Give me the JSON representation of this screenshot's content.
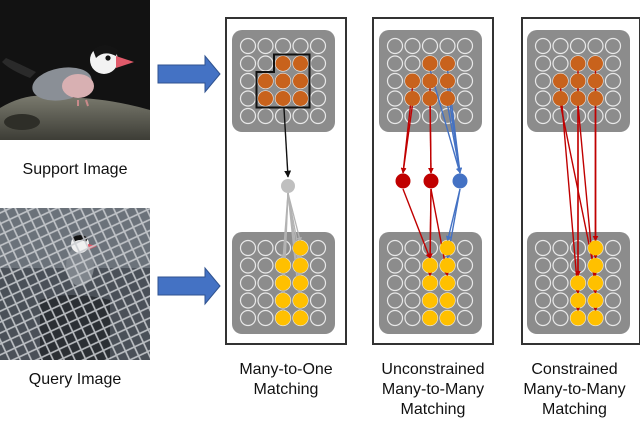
{
  "support_image": {
    "label": "Support Image",
    "depicts": "Java sparrow perched on a rock"
  },
  "query_image": {
    "label": "Query Image",
    "depicts": "Java sparrow inside a wire-mesh cage"
  },
  "panels": [
    {
      "caption": "Many-to-One\nMatching"
    },
    {
      "caption": "Unconstrained\nMany-to-Many\nMatching"
    },
    {
      "caption": "Constrained\nMany-to-Many\nMatching"
    }
  ],
  "colors": {
    "grid_block": "#8c8c8c",
    "support_feature": "#c8621c",
    "query_feature": "#ffc000",
    "aggregate_node": "#bfbfbf",
    "red_match": "#c00000",
    "blue_match": "#4472c4",
    "arrow_fill": "#4472c4",
    "frame": "#333333"
  }
}
